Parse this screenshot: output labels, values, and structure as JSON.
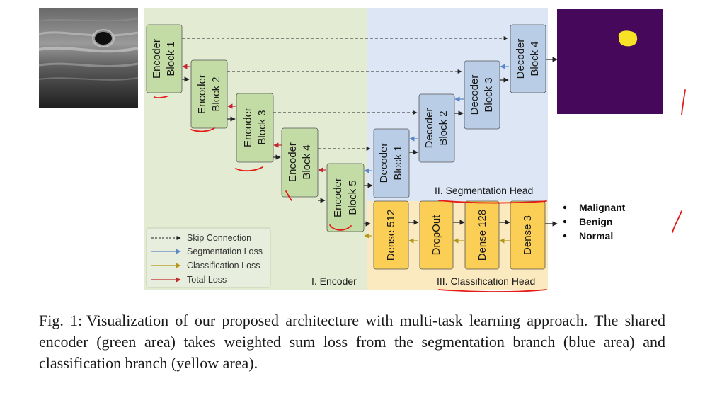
{
  "areas": {
    "encoder": "I. Encoder",
    "segmentation": "II. Segmentation Head",
    "classification": "III. Classification Head"
  },
  "encoder_blocks": [
    {
      "line1": "Encoder",
      "line2": "Block 1"
    },
    {
      "line1": "Encoder",
      "line2": "Block 2"
    },
    {
      "line1": "Encoder",
      "line2": "Block 3"
    },
    {
      "line1": "Encoder",
      "line2": "Block 4"
    },
    {
      "line1": "Encoder",
      "line2": "Block 5"
    }
  ],
  "decoder_blocks": [
    {
      "line1": "Decoder",
      "line2": "Block 1"
    },
    {
      "line1": "Decoder",
      "line2": "Block 2"
    },
    {
      "line1": "Decoder",
      "line2": "Block 3"
    },
    {
      "line1": "Decoder",
      "line2": "Block 4"
    }
  ],
  "dense_blocks": [
    "Dense 512",
    "DropOut",
    "Dense 128",
    "Dense 3"
  ],
  "outputs": [
    "Malignant",
    "Benign",
    "Normal"
  ],
  "legend": [
    "Skip Connection",
    "Segmentation Loss",
    "Classification Loss",
    "Total Loss"
  ],
  "colors": {
    "encoder_area": "#e3ecd2",
    "segmentation_area": "#dde6f5",
    "classification_area": "#fbe9bf",
    "encoder_block": "#c3dca6",
    "decoder_block": "#b9cde6",
    "dense_block": "#fbcf55",
    "segmentation_loss": "#5b86c8",
    "classification_loss": "#b49616",
    "total_loss": "#c0282d",
    "annotation": "#e41b17",
    "mask_background": "#45085a",
    "mask_lesion": "#f7e225"
  },
  "caption": {
    "label": "Fig. 1:",
    "text": "Visualization of our proposed architecture with multi-task learning approach. The shared encoder (green area) takes weighted sum loss from the segmentation branch (blue area) and classification branch (yellow area)."
  }
}
